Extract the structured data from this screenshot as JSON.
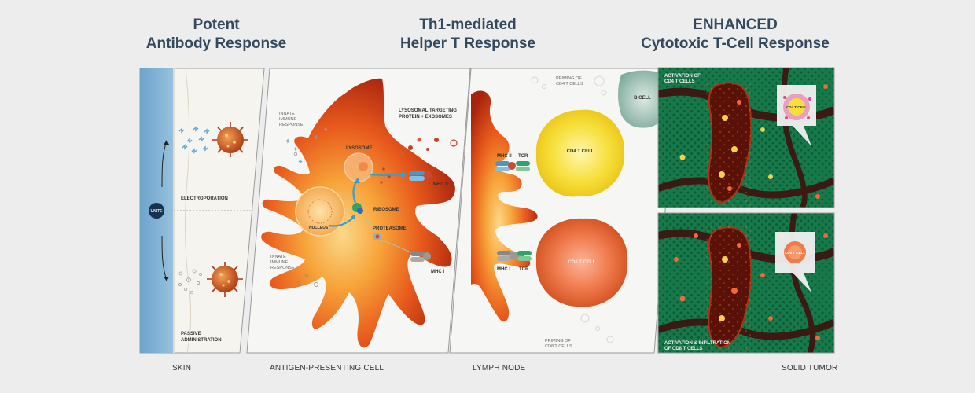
{
  "titles": {
    "col1_line1": "Potent",
    "col1_line2": "Antibody Response",
    "col2_line1": "Th1-mediated",
    "col2_line2": "Helper T Response",
    "col3_line1": "ENHANCED",
    "col3_line2": "Cytotoxic T-Cell Response"
  },
  "bottom_labels": {
    "skin": "SKIN",
    "apc": "ANTIGEN-PRESENTING CELL",
    "lymph": "LYMPH NODE",
    "tumor": "SOLID TUMOR"
  },
  "panel1": {
    "badge": "UNITE",
    "electroporation": "ELECTROPORATION",
    "passive_line1": "PASSIVE",
    "passive_line2": "ADMINISTRATION"
  },
  "panel2": {
    "innate_top_1": "INNATE",
    "innate_top_2": "IMMUNE",
    "innate_top_3": "RESPONSE",
    "innate_bot_1": "INNATE",
    "innate_bot_2": "IMMUNE",
    "innate_bot_3": "RESPONSE",
    "lysosomal_1": "LYSOSOMAL TARGETING",
    "lysosomal_2": "PROTEIN + EXOSOMES",
    "lysosome": "LYSOSOME",
    "nucleus": "NUCLEUS",
    "ribosome": "RIBOSOME",
    "proteasome": "PROTEASOME",
    "mhc2": "MHC II",
    "mhc1": "MHC I"
  },
  "panel3": {
    "priming_cd4_1": "PRIMING OF",
    "priming_cd4_2": "CD4 T CELLS",
    "b_cell": "B CELL",
    "cd4": "CD4 T CELL",
    "cd8": "CD8 T CELL",
    "mhc2": "MHC II",
    "tcr_top": "TCR",
    "mhc1": "MHC I",
    "tcr_bot": "TCR",
    "priming_cd8_1": "PRIMING OF",
    "priming_cd8_2": "CD8 T CELLS"
  },
  "panel4": {
    "act_cd4_1": "ACTIVATION OF",
    "act_cd4_2": "CD4 T CELLS",
    "cd4_zoom": "CD4 T CELL",
    "cd8_zoom": "CD8 T CELL",
    "act_cd8_1": "ACTIVATION & INFILTRATION",
    "act_cd8_2": "OF CD8 T CELLS"
  }
}
